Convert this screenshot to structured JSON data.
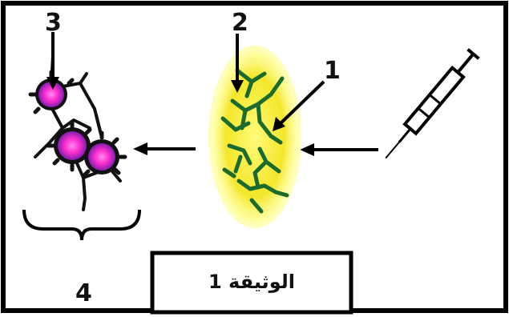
{
  "labels": {
    "n1": "1",
    "n2": "2",
    "n3": "3",
    "n4": "4"
  },
  "caption": "الوثيقة 1",
  "colors": {
    "frame": "#000000",
    "cell_fill": "#f5ea2c",
    "cell_glow": "#ffff8a",
    "filament": "#1b6b2e",
    "granule_core": "#ff2fd0",
    "granule_edge": "#7a1fb0",
    "arrow": "#000000"
  },
  "icons": [
    "syringe-icon",
    "arrow-left-icon"
  ]
}
